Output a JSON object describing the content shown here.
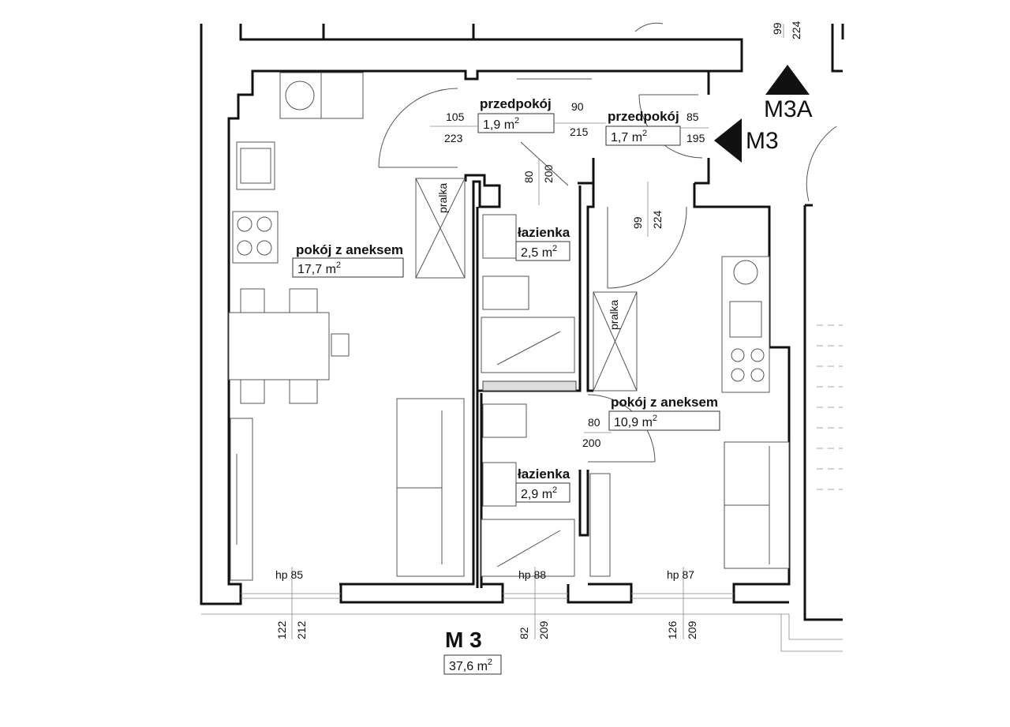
{
  "rooms": {
    "living_a": {
      "name": "pokój z aneksem",
      "area": "17,7 m",
      "sup": "2"
    },
    "hall_a": {
      "name": "przedpokój",
      "area": "1,9 m",
      "sup": "2"
    },
    "hall_b": {
      "name": "przedpokój",
      "area": "1,7 m",
      "sup": "2"
    },
    "bath_a": {
      "name": "łazienka",
      "area": "2,5 m",
      "sup": "2"
    },
    "bath_b": {
      "name": "łazienka",
      "area": "2,9 m",
      "sup": "2"
    },
    "living_b": {
      "name": "pokój z aneksem",
      "area": "10,9 m",
      "sup": "2"
    }
  },
  "appliance_label": "pralka",
  "dimensions": {
    "d105": "105",
    "d223": "223",
    "d90": "90",
    "d215": "215",
    "d85": "85",
    "d195": "195",
    "d80a": "80",
    "d200a": "200",
    "d99a": "99",
    "d224a": "224",
    "d99b": "99",
    "d224b": "224",
    "d80b": "80",
    "d200b": "200",
    "hp85": "hp 85",
    "hp88": "hp 88",
    "hp87": "hp 87",
    "w122": "122",
    "w212": "212",
    "w82": "82",
    "w209a": "209",
    "w126": "126",
    "w209b": "209"
  },
  "markers": {
    "m3a": "M3A",
    "m3": "M3"
  },
  "unit": {
    "title": "M 3",
    "area": "37,6 m",
    "sup": "2"
  }
}
